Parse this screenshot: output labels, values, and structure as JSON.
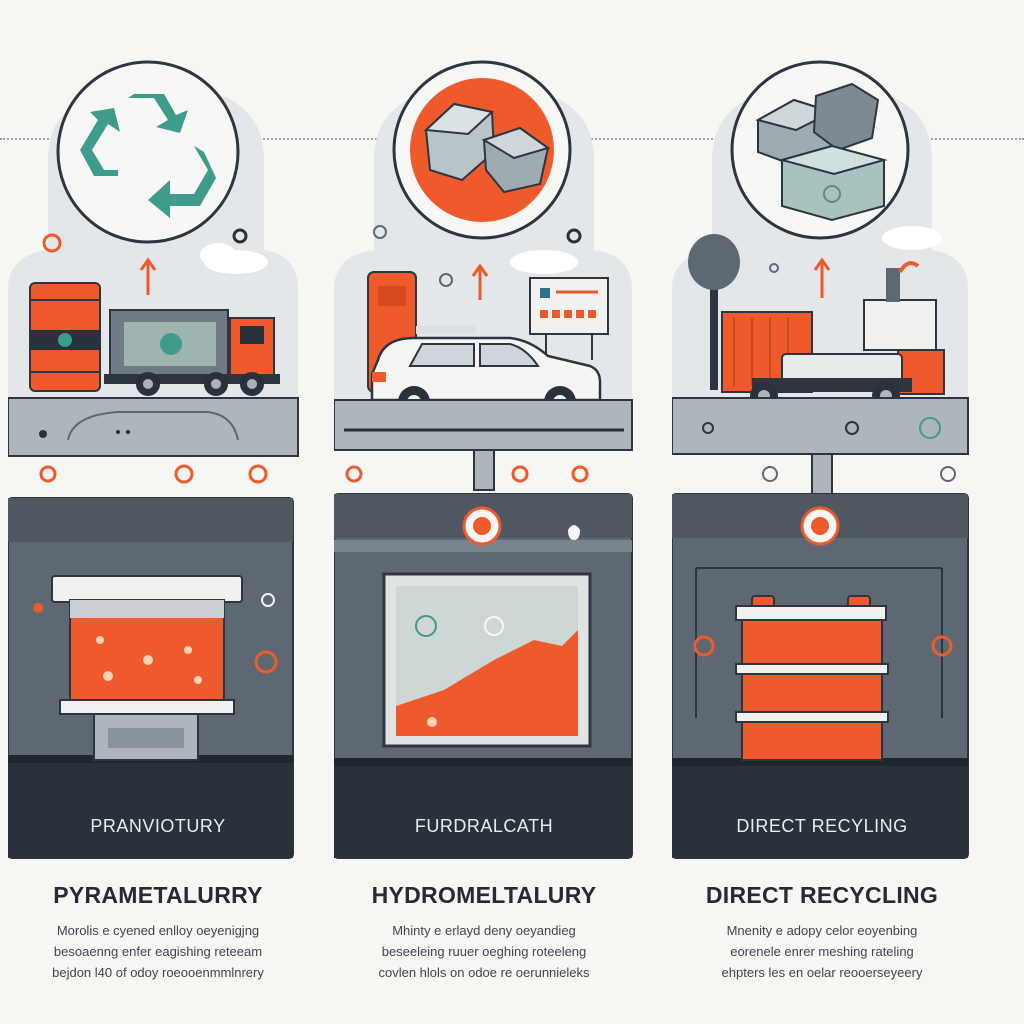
{
  "colors": {
    "accent": "#ee5a2b",
    "dark": "#29323b",
    "slate": "#5e6872",
    "teal": "#3f9b8b",
    "paper": "#f6f6f2"
  },
  "columns": [
    {
      "icon": "recycle-icon",
      "panel_label": "PRANVIOTURY",
      "title": "PYRAMETALURRY",
      "desc_lines": [
        "Morolis e cyened enlloy oeyenigjng",
        "besoaenng enfer eagishing reteeam",
        "bejdon l40 of odoy roeooenmmlnrery"
      ]
    },
    {
      "icon": "crystal-cubes-icon",
      "panel_label": "FURDRALCATH",
      "title": "HYDROMELTALURY",
      "desc_lines": [
        "Mhinty e erlayd deny oeyandieg",
        "beseeleing ruuer oeghing roteeleng",
        "covlen hlols on odoe re oerunnieleks"
      ]
    },
    {
      "icon": "battery-cells-icon",
      "panel_label": "DIRECT RECYLING",
      "title": "DIRECT RECYCLING",
      "desc_lines": [
        "Mnenity e adopy celor eoyenbing",
        "eorenele enrer meshing rateling",
        "ehpters les en oelar reooerseyeery"
      ]
    }
  ]
}
